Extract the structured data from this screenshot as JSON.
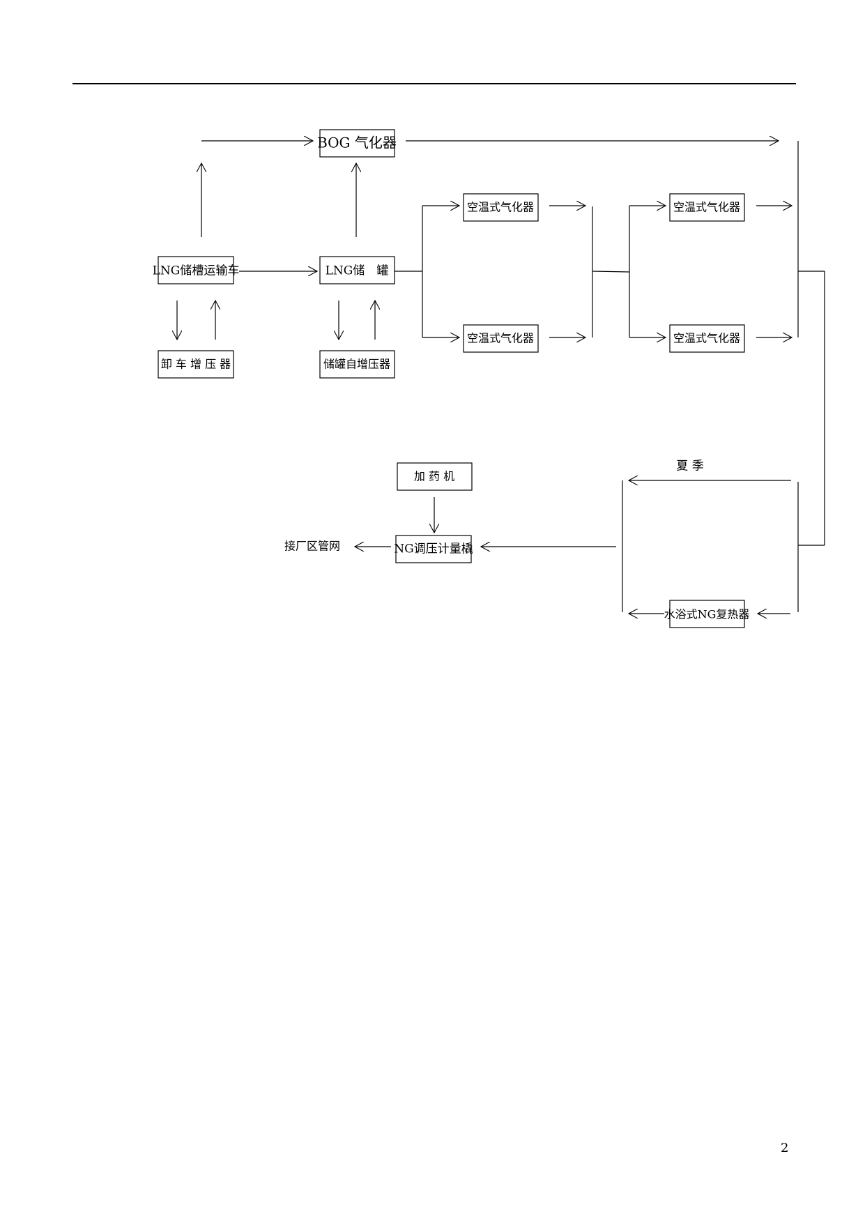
{
  "diagram": {
    "nodes": {
      "bog_vaporizer": "BOG 气化器",
      "lng_truck": "LNG储槽运输车",
      "lng_tank": "LNG储　罐",
      "unloading_pressurizer": "卸 车 增 压 器",
      "tank_pressurizer": "储罐自增压器",
      "ambient_vaporizer_1a": "空温式气化器",
      "ambient_vaporizer_1b": "空温式气化器",
      "ambient_vaporizer_2a": "空温式气化器",
      "ambient_vaporizer_2b": "空温式气化器",
      "odorizer": "加 药 机",
      "metering_skid": "NG调压计量橇",
      "water_bath_heater": "水浴式NG复热器"
    },
    "labels": {
      "summer": "夏 季",
      "to_network": "接厂区管网"
    }
  },
  "page_number": "2"
}
